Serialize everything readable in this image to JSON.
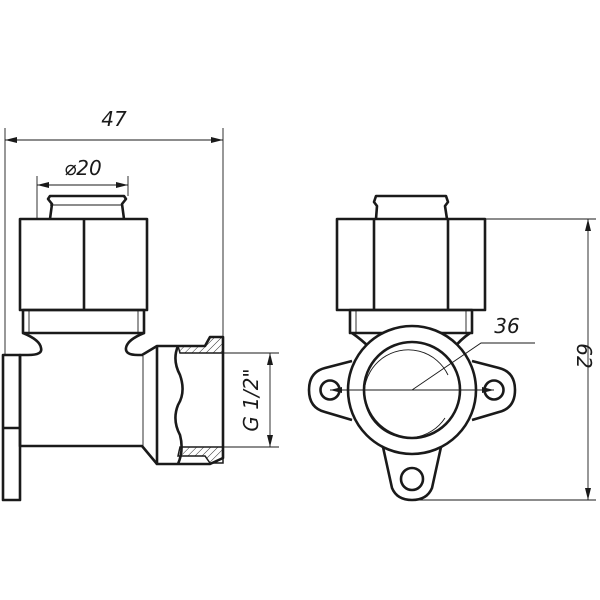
{
  "drawing": {
    "side_view": {
      "dim_overall_width": "47",
      "dim_pipe_diameter": "⌀20",
      "dim_thread": "G 1/2\""
    },
    "front_view": {
      "dim_mounting_holes": "36",
      "dim_overall_height": "62"
    },
    "line_color": "#1a1a1a"
  }
}
